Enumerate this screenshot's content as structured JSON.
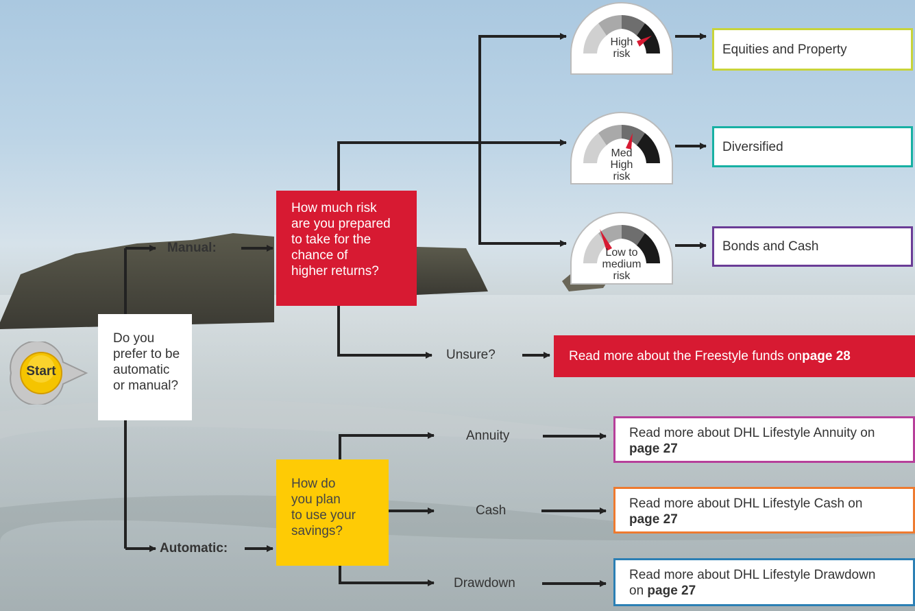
{
  "start": {
    "label": "Start"
  },
  "question_main": {
    "lines": [
      "Do you",
      "prefer to be",
      "automatic",
      "or manual?"
    ]
  },
  "manual": {
    "label": "Manual:"
  },
  "automatic": {
    "label": "Automatic:"
  },
  "risk_question": {
    "lines": [
      "How much risk",
      "are you prepared",
      "to take for the",
      "chance of",
      "higher returns?"
    ]
  },
  "savings_question": {
    "lines": [
      "How do",
      "you plan",
      "to use your",
      "savings?"
    ]
  },
  "gauges": [
    {
      "lines": [
        "High",
        "risk"
      ],
      "needle": "high"
    },
    {
      "lines": [
        "Med",
        "High",
        "risk"
      ],
      "needle": "med-high"
    },
    {
      "lines": [
        "Low to",
        "medium",
        "risk"
      ],
      "needle": "low-medium"
    }
  ],
  "risk_outcomes": [
    {
      "text": "Equities and Property",
      "border_color": "#c8d43a"
    },
    {
      "text": "Diversified",
      "border_color": "#17b0a3"
    },
    {
      "text": "Bonds and Cash",
      "border_color": "#6a3c96"
    }
  ],
  "unsure": {
    "label": "Unsure?",
    "outcome_text": "Read more about the Freestyle funds on ",
    "outcome_page": "page 28"
  },
  "lifestyle_options": [
    {
      "label": "Annuity",
      "text": "Read more about DHL Lifestyle Annuity on",
      "page": "page 27",
      "border_color": "#b63f9a"
    },
    {
      "label": "Cash",
      "text": "Read more about DHL Lifestyle Cash on",
      "page": "page 27",
      "border_color": "#ee7a2f"
    },
    {
      "label": "Drawdown",
      "text": "Read more about DHL Lifestyle Drawdown on",
      "page": "page 27",
      "border_color": "#2b7fb4"
    }
  ],
  "colors": {
    "red": "#d71a32",
    "yellow": "#fecb05",
    "needle": "#d71a32"
  }
}
